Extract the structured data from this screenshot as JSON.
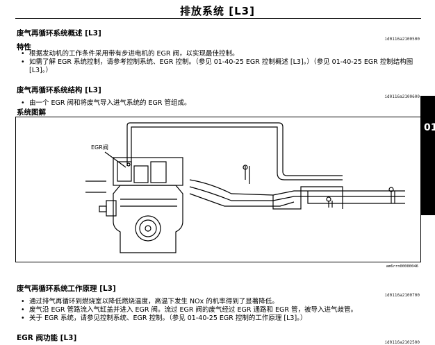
{
  "header": {
    "title": "排放系统 [L3]"
  },
  "sections": {
    "overview": {
      "title": "废气再循环系统概述 [L3]",
      "doc_id": "id0116a2100500",
      "features_heading": "特性",
      "bullets": [
        "根据发动机的工作条件采用带有步进电机的 EGR 阀，以实现最佳控制。",
        "如需了解 EGR 系统控制，请参考控制系统、EGR 控制。（参见 01-40-25 EGR 控制概述 [L3]。）（参见 01-40-25 EGR 控制结构图 [L3]。）"
      ]
    },
    "structure": {
      "title": "废气再循环系统结构 [L3]",
      "doc_id": "id0116a2100600",
      "bullets": [
        "由一个 EGR 阀和将废气导入进气系统的 EGR 管组成。"
      ],
      "diagram_heading": "系统图解",
      "figure_label": "EGR阀",
      "figure_id": "am6rrn00000046"
    },
    "principle": {
      "title": "废气再循环系统工作原理 [L3]",
      "doc_id": "id0116a2100700",
      "bullets": [
        "通过排气再循环到燃烧室以降低燃烧温度，高温下发生 NOx 的机率得到了显著降低。",
        "废气沿 EGR 管路流入气缸盖并进入 EGR 阀。流过 EGR 阀的废气经过 EGR 通路和 EGR 管，被导入进气歧管。",
        "关于 EGR 系统，请参见控制系统、EGR 控制。（参见 01-40-25 EGR 控制的工作原理 [L3]。）"
      ]
    },
    "valve_function": {
      "title": "EGR 阀功能 [L3]",
      "doc_id": "id0116a2102500"
    }
  },
  "side_tab": {
    "label": "01"
  },
  "bullet_glyph": "•"
}
